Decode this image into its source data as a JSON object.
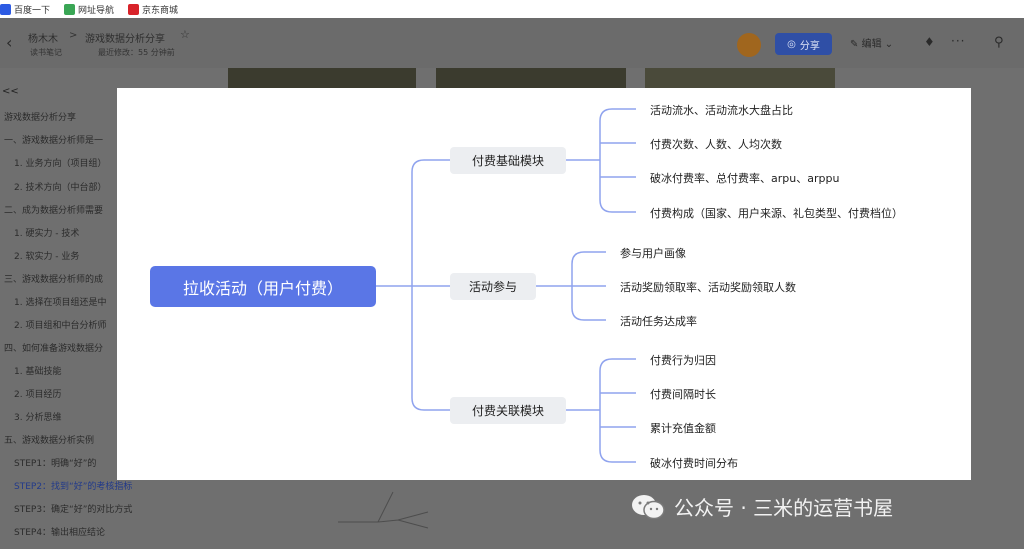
{
  "bookmarks": [
    {
      "label": "百度一下",
      "color": "#2d5be3"
    },
    {
      "label": "网址导航",
      "color": "#3aa655"
    },
    {
      "label": "京东商城",
      "color": "#d8232a"
    }
  ],
  "header": {
    "crumb_parent": "杨木木",
    "crumb_sep": ">",
    "doc_title": "游戏数据分析分享",
    "star_icon": "☆",
    "meta_type": "读书笔记",
    "meta_edit": "最近修改：55 分钟前",
    "share_label": "分享",
    "edit_label": "编辑",
    "more_icon": "···"
  },
  "toc": {
    "collapse_icon": "<<",
    "items": [
      {
        "label": "游戏数据分析分享"
      },
      {
        "label": "一、游戏数据分析师是一"
      },
      {
        "label": "1. 业务方向（项目组）"
      },
      {
        "label": "2. 技术方向（中台部）"
      },
      {
        "label": "二、成为数据分析师需要"
      },
      {
        "label": "1. 硬实力 - 技术"
      },
      {
        "label": "2. 软实力 - 业务"
      },
      {
        "label": "三、游戏数据分析师的成"
      },
      {
        "label": "1. 选择在项目组还是中"
      },
      {
        "label": "2. 项目组和中台分析师"
      },
      {
        "label": "四、如何准备游戏数据分"
      },
      {
        "label": "1. 基础技能"
      },
      {
        "label": "2. 项目经历"
      },
      {
        "label": "3. 分析思维"
      },
      {
        "label": "五、游戏数据分析实例"
      },
      {
        "label": "STEP1：明确“好”的"
      },
      {
        "label": "STEP2：找到“好”的考核指标"
      },
      {
        "label": "STEP3：确定“好”的对比方式"
      },
      {
        "label": "STEP4：输出相应结论"
      }
    ]
  },
  "mindmap": {
    "root": "拉收活动（用户付费）",
    "modules": [
      {
        "label": "付费基础模块",
        "leaves": [
          "活动流水、活动流水大盘占比",
          "付费次数、人数、人均次数",
          "破冰付费率、总付费率、arpu、arppu",
          "付费构成（国家、用户来源、礼包类型、付费档位）"
        ]
      },
      {
        "label": "活动参与",
        "leaves": [
          "参与用户画像",
          "活动奖励领取率、活动奖励领取人数",
          "活动任务达成率"
        ]
      },
      {
        "label": "付费关联模块",
        "leaves": [
          "付费行为归因",
          "付费间隔时长",
          "累计充值金额",
          "破冰付费时间分布"
        ]
      }
    ],
    "line_color": "#8fa3ee"
  },
  "watermark": {
    "text": "公众号 · 三米的运营书屋"
  }
}
